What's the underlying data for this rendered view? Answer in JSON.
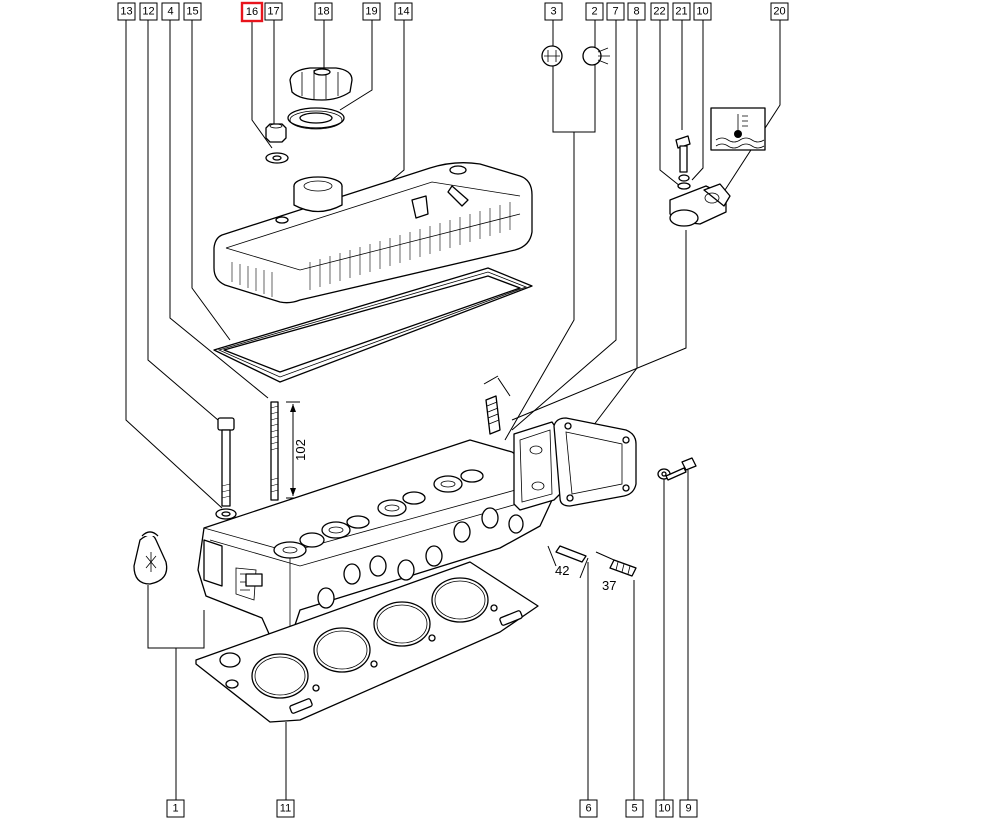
{
  "diagram": {
    "callouts_top": [
      {
        "id": "callout-13",
        "label": "13",
        "highlight": false
      },
      {
        "id": "callout-12",
        "label": "12",
        "highlight": false
      },
      {
        "id": "callout-4",
        "label": "4",
        "highlight": false
      },
      {
        "id": "callout-15",
        "label": "15",
        "highlight": false
      },
      {
        "id": "callout-16",
        "label": "16",
        "highlight": true
      },
      {
        "id": "callout-17",
        "label": "17",
        "highlight": false
      },
      {
        "id": "callout-18",
        "label": "18",
        "highlight": false
      },
      {
        "id": "callout-19",
        "label": "19",
        "highlight": false
      },
      {
        "id": "callout-14",
        "label": "14",
        "highlight": false
      },
      {
        "id": "callout-3",
        "label": "3",
        "highlight": false
      },
      {
        "id": "callout-2",
        "label": "2",
        "highlight": false
      },
      {
        "id": "callout-7",
        "label": "7",
        "highlight": false
      },
      {
        "id": "callout-8",
        "label": "8",
        "highlight": false
      },
      {
        "id": "callout-22",
        "label": "22",
        "highlight": false
      },
      {
        "id": "callout-21",
        "label": "21",
        "highlight": false
      },
      {
        "id": "callout-10-top",
        "label": "10",
        "highlight": false
      },
      {
        "id": "callout-20",
        "label": "20",
        "highlight": false
      }
    ],
    "callouts_bottom": [
      {
        "id": "callout-1",
        "label": "1"
      },
      {
        "id": "callout-11",
        "label": "11"
      },
      {
        "id": "callout-6",
        "label": "6"
      },
      {
        "id": "callout-5",
        "label": "5"
      },
      {
        "id": "callout-10-bottom",
        "label": "10"
      },
      {
        "id": "callout-9",
        "label": "9"
      }
    ],
    "dimensions": {
      "stud_length": "102",
      "dowel_6_length": "42",
      "dowel_5_length": "37"
    },
    "colors": {
      "highlight": "#e8141c",
      "line": "#000000",
      "background": "#ffffff"
    }
  }
}
